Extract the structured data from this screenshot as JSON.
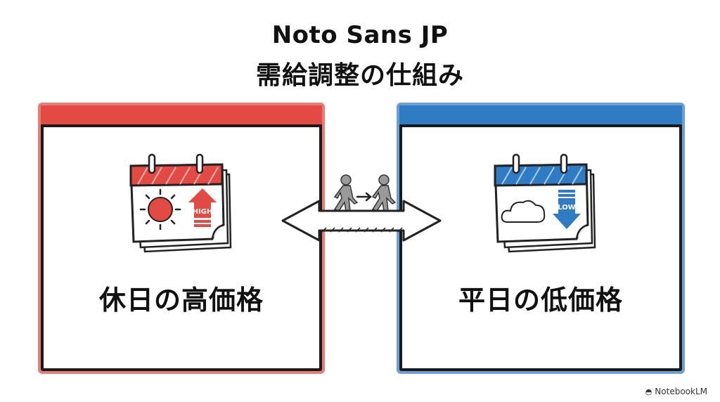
{
  "title": {
    "line1": "Noto Sans JP",
    "line2": "需給調整の仕組み"
  },
  "left_panel": {
    "label": "休日の高価格",
    "accent_color": "#e24a43",
    "calendar_icon": "calendar-sun-icon",
    "badge_text": "HIGH",
    "arrow_direction": "up"
  },
  "right_panel": {
    "label": "平日の低価格",
    "accent_color": "#2f7bc4",
    "calendar_icon": "calendar-cloud-icon",
    "badge_text": "LOW",
    "arrow_direction": "down"
  },
  "connector": {
    "icon": "double-arrow-icon",
    "people_icon": "walking-person-icon",
    "small_arrow": "→"
  },
  "watermark": {
    "text": "NotebookLM"
  }
}
